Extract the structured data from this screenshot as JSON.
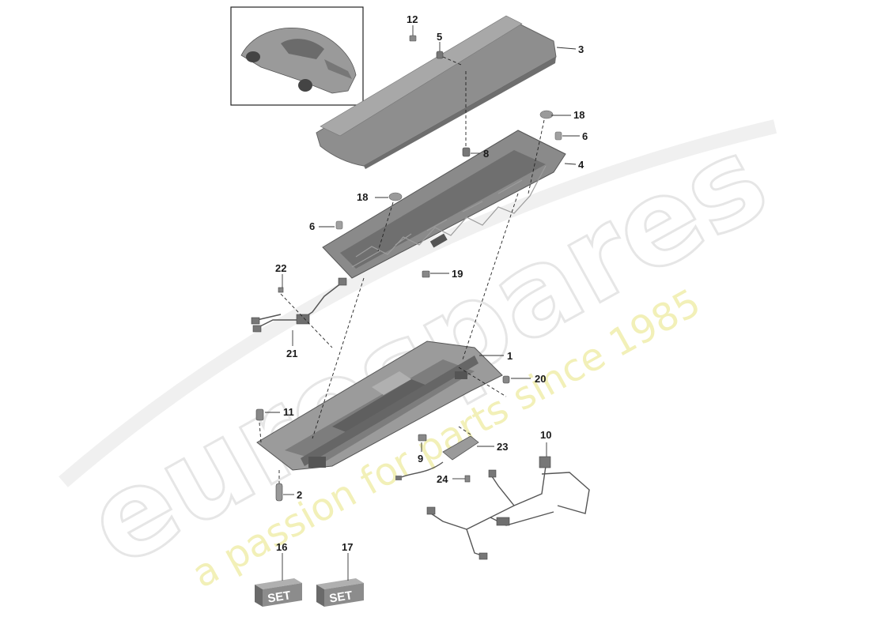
{
  "watermark": {
    "brand": "eurospares",
    "tagline": "a passion for parts since 1985"
  },
  "set_label": "SET",
  "callouts": [
    {
      "id": "12",
      "label": "12"
    },
    {
      "id": "5",
      "label": "5"
    },
    {
      "id": "3",
      "label": "3"
    },
    {
      "id": "18a",
      "label": "18"
    },
    {
      "id": "6a",
      "label": "6"
    },
    {
      "id": "8",
      "label": "8"
    },
    {
      "id": "4",
      "label": "4"
    },
    {
      "id": "18b",
      "label": "18"
    },
    {
      "id": "6b",
      "label": "6"
    },
    {
      "id": "22",
      "label": "22"
    },
    {
      "id": "19",
      "label": "19"
    },
    {
      "id": "21",
      "label": "21"
    },
    {
      "id": "1",
      "label": "1"
    },
    {
      "id": "20",
      "label": "20"
    },
    {
      "id": "11",
      "label": "11"
    },
    {
      "id": "10",
      "label": "10"
    },
    {
      "id": "9",
      "label": "9"
    },
    {
      "id": "23",
      "label": "23"
    },
    {
      "id": "24",
      "label": "24"
    },
    {
      "id": "2",
      "label": "2"
    },
    {
      "id": "16",
      "label": "16"
    },
    {
      "id": "17",
      "label": "17"
    }
  ],
  "colors": {
    "part_fill": "#8c8c8c",
    "part_dark": "#5e5e5e",
    "part_light": "#b5b5b5",
    "watermark_outline": "#e6e6e6",
    "watermark_tagline": "#f2f0b8"
  }
}
